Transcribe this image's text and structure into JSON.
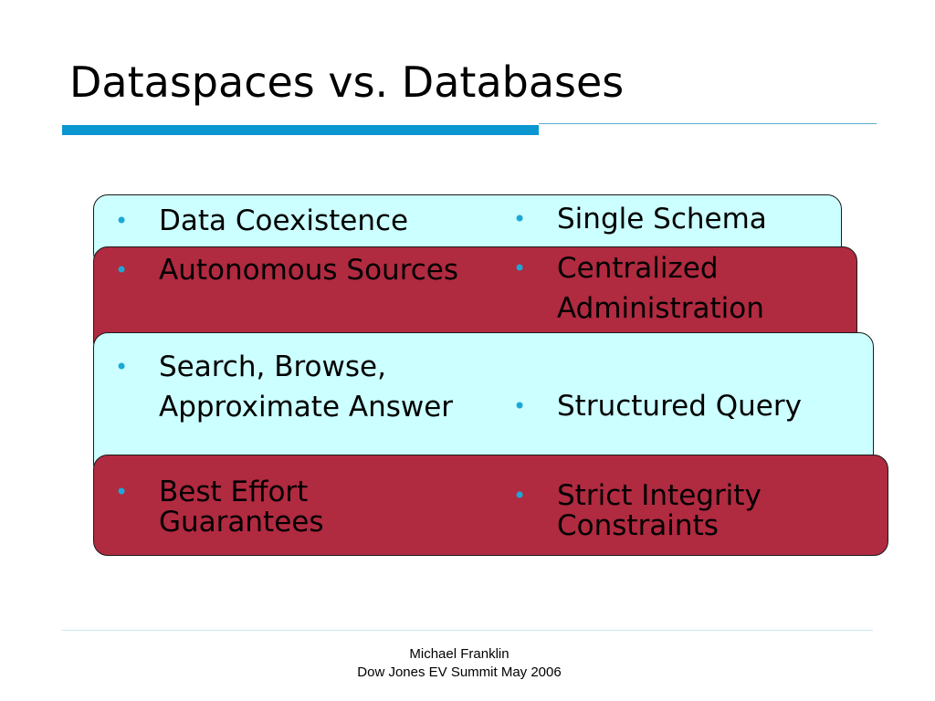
{
  "slide": {
    "title": "Dataspaces vs. Databases",
    "colors": {
      "accent_bar": "#0a96d0",
      "thin_rule": "#5aaccc",
      "light_band": "#ccffff",
      "dark_band": "#b02a40",
      "bullet": "#1aa8d8",
      "footer_rule": "#c8e8ee"
    },
    "rows": [
      {
        "left": [
          "Data Coexistence"
        ],
        "right": [
          "Single Schema"
        ]
      },
      {
        "left": [
          "Autonomous Sources"
        ],
        "right": [
          "Centralized",
          "Administration"
        ]
      },
      {
        "left": [
          "Search, Browse,",
          "Approximate Answer"
        ],
        "right": [
          "Structured Query"
        ]
      },
      {
        "left": [
          "Best Effort",
          "Guarantees"
        ],
        "right": [
          "Strict Integrity",
          "Constraints"
        ]
      }
    ],
    "bullet_glyph": "•",
    "footer": {
      "line1": "Michael Franklin",
      "line2": "Dow Jones EV Summit May 2006"
    }
  }
}
